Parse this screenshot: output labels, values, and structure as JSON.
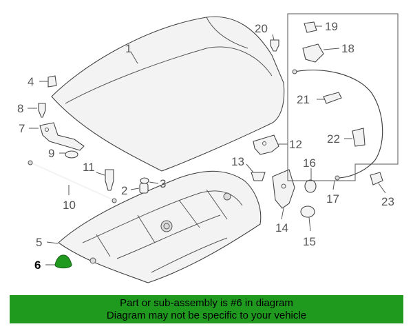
{
  "callouts": [
    {
      "id": "1",
      "label": "1"
    },
    {
      "id": "2",
      "label": "2"
    },
    {
      "id": "3",
      "label": "3"
    },
    {
      "id": "4",
      "label": "4"
    },
    {
      "id": "5",
      "label": "5"
    },
    {
      "id": "6",
      "label": "6"
    },
    {
      "id": "7",
      "label": "7"
    },
    {
      "id": "8",
      "label": "8"
    },
    {
      "id": "9",
      "label": "9"
    },
    {
      "id": "10",
      "label": "10"
    },
    {
      "id": "11",
      "label": "11"
    },
    {
      "id": "12",
      "label": "12"
    },
    {
      "id": "13",
      "label": "13"
    },
    {
      "id": "14",
      "label": "14"
    },
    {
      "id": "15",
      "label": "15"
    },
    {
      "id": "16",
      "label": "16"
    },
    {
      "id": "17",
      "label": "17"
    },
    {
      "id": "18",
      "label": "18"
    },
    {
      "id": "19",
      "label": "19"
    },
    {
      "id": "20",
      "label": "20"
    },
    {
      "id": "21",
      "label": "21"
    },
    {
      "id": "22",
      "label": "22"
    },
    {
      "id": "23",
      "label": "23"
    }
  ],
  "highlighted_part": "6",
  "highlight_color": "#1f9a1f",
  "banner": {
    "line1": "Part or sub-assembly is #6 in diagram",
    "line2": "Diagram may not be specific to your vehicle"
  }
}
